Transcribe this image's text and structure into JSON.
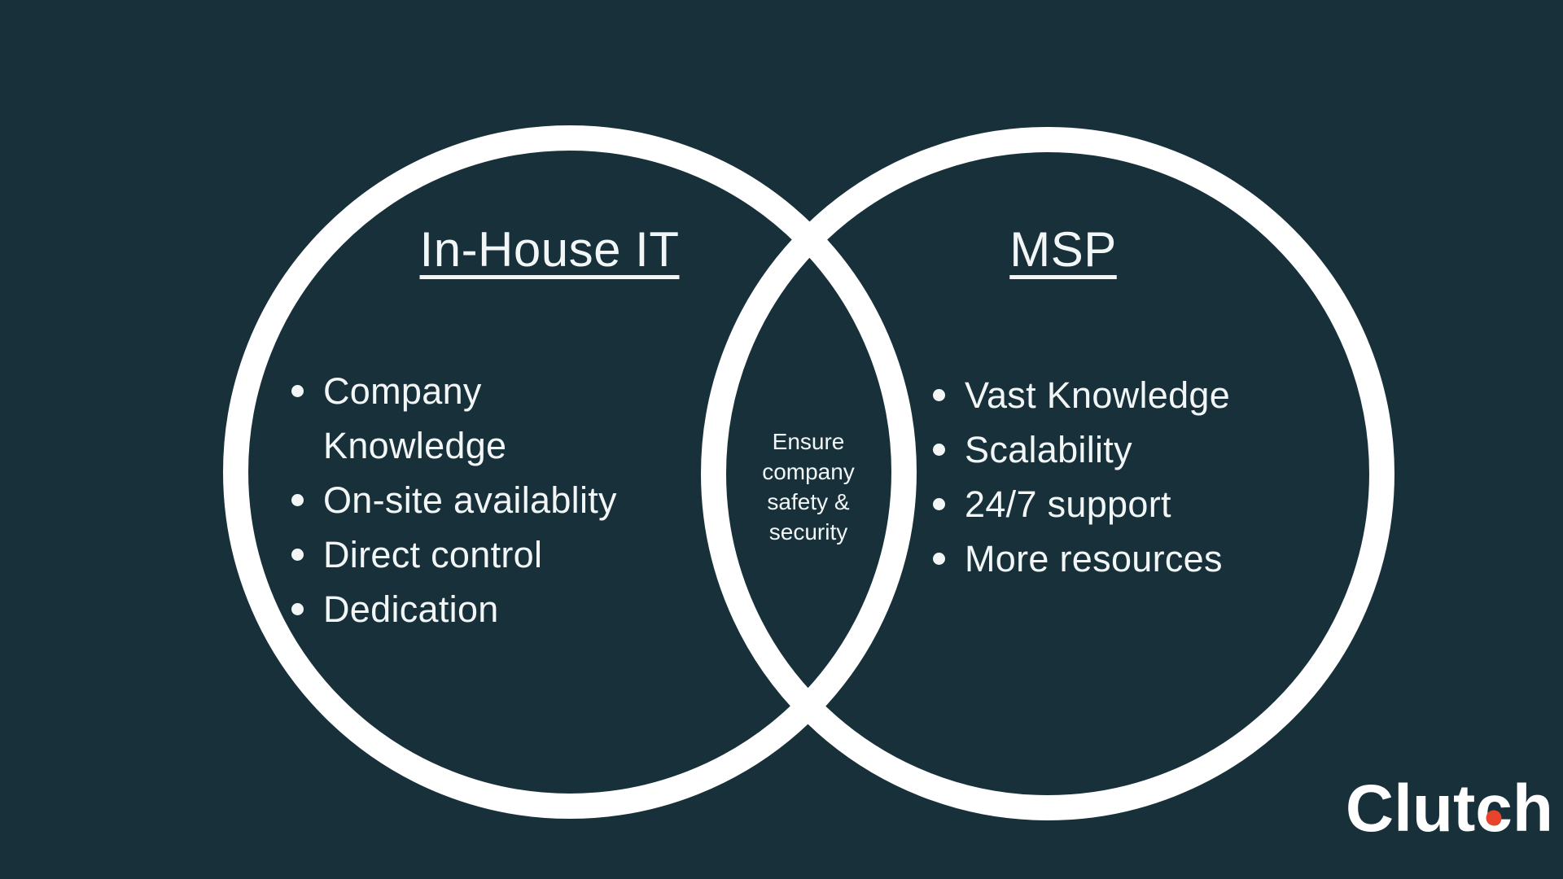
{
  "colors": {
    "background": "#17303A",
    "circle": "#FFFFFF",
    "text": "#F2F6F6",
    "logo-text": "#FFFFFF",
    "logo-dot": "#E8432D"
  },
  "venn": {
    "left": {
      "title": "In-House IT",
      "items": [
        "Company\nKnowledge",
        "On-site availablity",
        "Direct control",
        "Dedication"
      ]
    },
    "right": {
      "title": "MSP",
      "items": [
        "Vast Knowledge",
        "Scalability",
        "24/7 support",
        "More resources"
      ]
    },
    "intersection": {
      "text": "Ensure\ncompany\nsafety &\nsecurity"
    }
  },
  "logo": {
    "part1": "Clut",
    "part2": "c",
    "part3": "h"
  }
}
